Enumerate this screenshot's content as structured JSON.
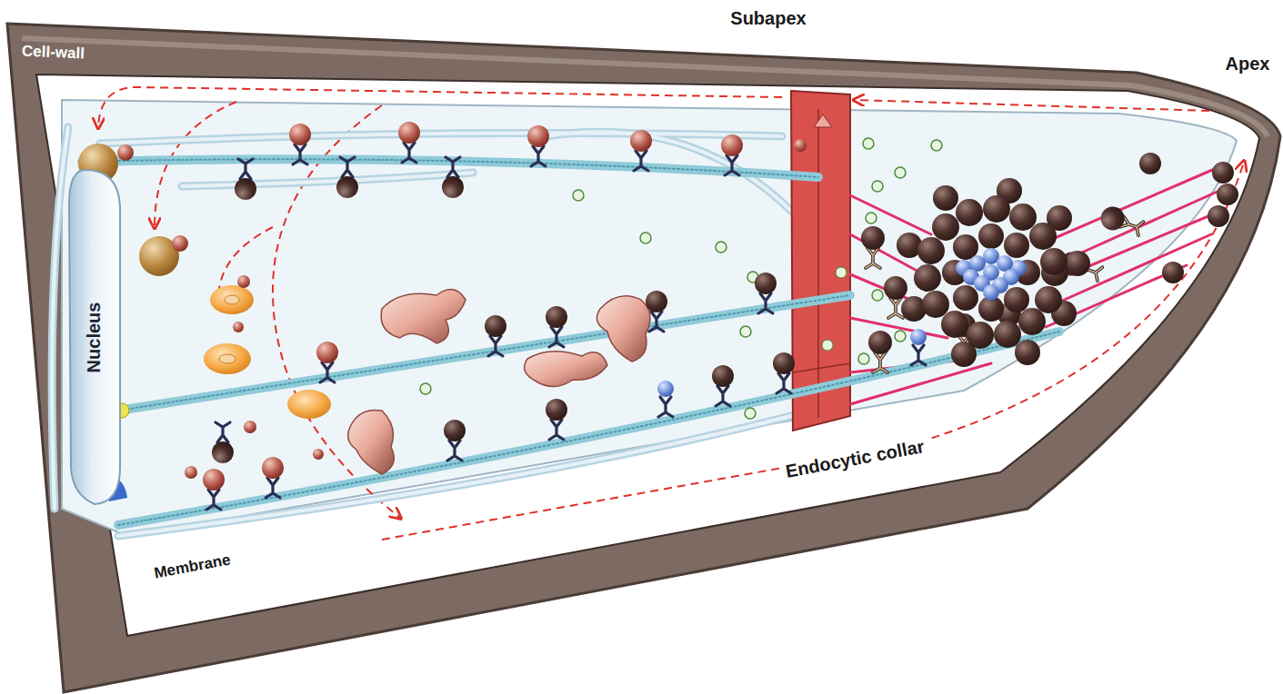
{
  "diagram": {
    "nodes": [
      {
        "text": [
          "Nucleus"
        ]
      }
    ],
    "labels": [
      "Subapex",
      "Apex",
      "Cell-wall",
      "Endocytic collar",
      "Membrane"
    ]
  }
}
